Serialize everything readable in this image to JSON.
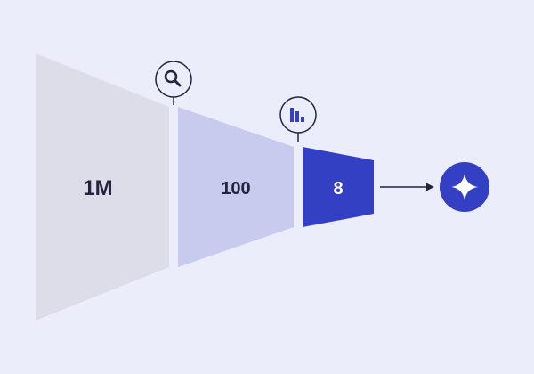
{
  "funnel": {
    "stages": [
      {
        "label": "1M",
        "fill": "#DCDDE8",
        "text_color": "#23243F"
      },
      {
        "label": "100",
        "fill": "#C8CAEE",
        "text_color": "#23243F"
      },
      {
        "label": "8",
        "fill": "#3340C3",
        "text_color": "#FFFFFF"
      }
    ],
    "markers": [
      {
        "icon": "magnifier-icon"
      },
      {
        "icon": "bar-chart-icon"
      }
    ],
    "result": {
      "icon": "sparkle-icon",
      "fill": "#3340C3"
    },
    "colors": {
      "background": "#ECEDFA",
      "outline": "#23243F",
      "accent": "#3340C3"
    }
  }
}
